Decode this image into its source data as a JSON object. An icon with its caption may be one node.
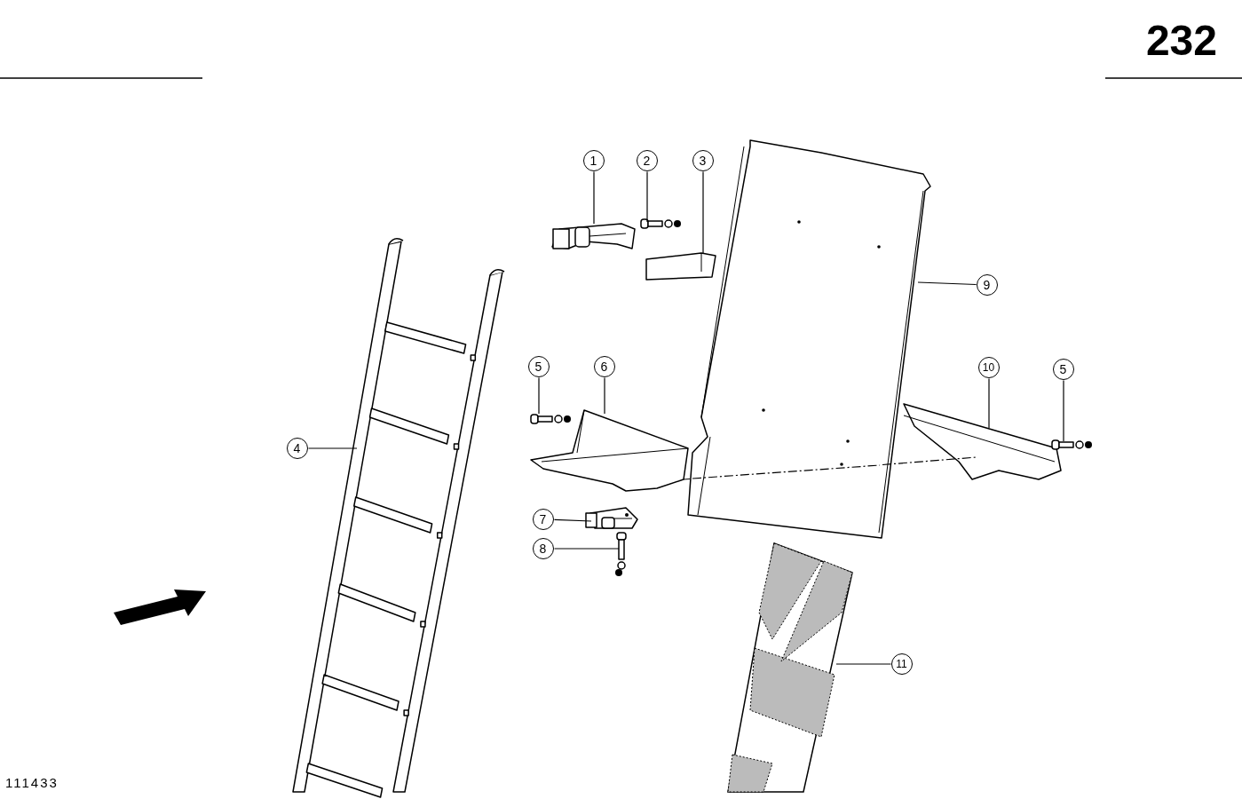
{
  "diagram": {
    "nodes": [
      {
        "text": [
          "1"
        ]
      },
      {
        "text": [
          "2"
        ]
      },
      {
        "text": [
          "3"
        ]
      },
      {
        "text": [
          "9"
        ]
      },
      {
        "text": [
          "5"
        ]
      },
      {
        "text": [
          "6"
        ]
      },
      {
        "text": [
          "10"
        ]
      },
      {
        "text": [
          "5"
        ]
      },
      {
        "text": [
          "4"
        ]
      },
      {
        "text": [
          "7"
        ]
      },
      {
        "text": [
          "8"
        ]
      },
      {
        "text": [
          "11"
        ]
      },
      {
        "text": [],
        "shape": "picture"
      },
      {
        "text": [],
        "shape": "picture"
      },
      {
        "text": [],
        "shape": "picture"
      },
      {
        "text": [],
        "shape": "picture"
      },
      {
        "text": [],
        "shape": "picture"
      },
      {
        "text": [],
        "shape": "picture"
      },
      {
        "text": [],
        "shape": "picture"
      },
      {
        "text": [],
        "shape": "picture"
      },
      {
        "text": [],
        "shape": "picture"
      },
      {
        "text": [],
        "shape": "picture"
      },
      {
        "text": [],
        "shape": "picture"
      },
      {
        "text": [],
        "shape": "picture"
      }
    ],
    "edges": [
      {
        "from": 0,
        "to": 12,
        "arrow": "none"
      },
      {
        "from": 1,
        "to": 13,
        "arrow": "none"
      },
      {
        "from": 2,
        "to": 14,
        "arrow": "none"
      },
      {
        "from": 3,
        "to": 15,
        "arrow": "none"
      },
      {
        "from": 4,
        "to": 16,
        "arrow": "none"
      },
      {
        "from": 5,
        "to": 17,
        "arrow": "none"
      },
      {
        "from": 6,
        "to": 18,
        "arrow": "none"
      },
      {
        "from": 7,
        "to": 19,
        "arrow": "none"
      },
      {
        "from": 8,
        "to": 20,
        "arrow": "none"
      },
      {
        "from": 9,
        "to": 21,
        "arrow": "none"
      },
      {
        "from": 10,
        "to": 22,
        "arrow": "none"
      },
      {
        "from": 11,
        "to": 23,
        "arrow": "none"
      },
      {
        "from": 17,
        "to": 15,
        "arrow": "none",
        "style": "dashed"
      },
      {
        "from": 15,
        "to": 18,
        "arrow": "none",
        "style": "dashed"
      }
    ],
    "labels": [
      "232",
      "111433"
    ]
  }
}
